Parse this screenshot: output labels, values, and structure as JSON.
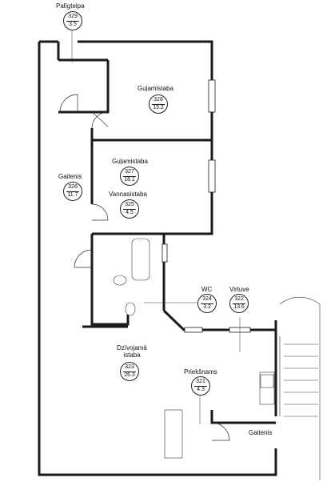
{
  "rooms": [
    {
      "id": "palig",
      "name": "Palīgtelpa",
      "number": "329",
      "area": "3.5"
    },
    {
      "id": "gul1",
      "name": "Guļamistaba",
      "number": "328",
      "area": "15.2"
    },
    {
      "id": "gul2",
      "name": "Guļamistaba",
      "number": "327",
      "area": "18.1"
    },
    {
      "id": "gait1",
      "name": "Gaitenis",
      "number": "326",
      "area": "11.7"
    },
    {
      "id": "vann",
      "name": "Vannasistaba",
      "number": "325",
      "area": "4.5"
    },
    {
      "id": "wc",
      "name": "WC",
      "number": "324",
      "area": "3.2"
    },
    {
      "id": "virt",
      "name": "Virtuve",
      "number": "322",
      "area": "13.6"
    },
    {
      "id": "dziv",
      "name": "Dzīvojamā istaba",
      "number": "323",
      "area": "26.3"
    },
    {
      "id": "prie",
      "name": "Priekšnams",
      "number": "321",
      "area": "4.3"
    }
  ],
  "extra_labels": [
    {
      "id": "gait2",
      "text": "Gaitenis"
    }
  ],
  "colors": {
    "wall": "#1a1a1a",
    "thin": "#333333",
    "paper": "#ffffff"
  }
}
